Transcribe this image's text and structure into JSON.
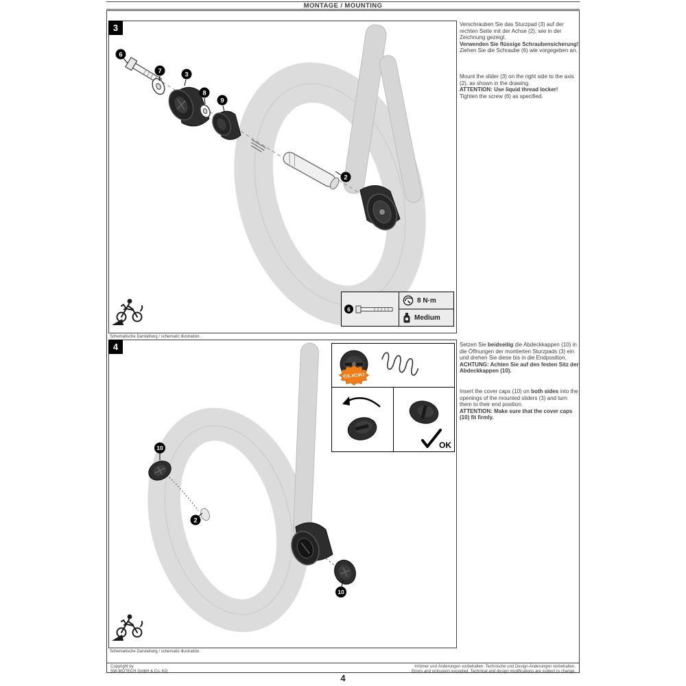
{
  "page": {
    "header_title": "MONTAGE / MOUNTING",
    "page_number": "4"
  },
  "colors": {
    "accent_orange": "#f07d17",
    "part_dark": "#2d2d2d",
    "wheel_gray": "#dcdcdc",
    "badge_black": "#000000"
  },
  "step3": {
    "number": "3",
    "badges": {
      "screw": "6",
      "washer": "7",
      "slider": "3",
      "washer2": "8",
      "roller": "9",
      "axle": "2"
    },
    "torque_box": {
      "part": "6",
      "torque": "8 N·m",
      "medium": "Medium"
    },
    "caption": "Schematische Darstellung / schematic illustration.",
    "de": {
      "p1": "Verschrauben Sie das Sturzpad (3) auf der rechten Seite mit der Achse (2), wie in der Zeichnung gezeigt.",
      "p2_bold": "Verwenden Sie flüssige Schraubensicherung!",
      "p3": "Ziehen Sie die Schraube (6) wie vorgegeben an."
    },
    "en": {
      "p1": "Mount the slider (3) on the right side to the axis (2), as shown in the drawing.",
      "p2_bold": "ATTENTION: Use liquid thread locker!",
      "p3": "Tighten the screw (6) as specified."
    }
  },
  "step4": {
    "number": "4",
    "badges": {
      "cap_top": "10",
      "axle": "2",
      "cap_bottom": "10"
    },
    "insets": {
      "click": "CLICK!",
      "ok": "OK"
    },
    "caption": "Schematische Darstellung / schematic illustration.",
    "de": {
      "s1": "Setzen Sie ",
      "s2_bold": "beidseitig",
      "s3": " die Abdeckkappen (10) in die Öffnungen der montierten Sturzpads (3) ein und drehen Sie diese bis in die Endposition.",
      "s4_bold": "ACHTUNG: Achten Sie auf den festen Sitz der Abdeckkappen (10)."
    },
    "en": {
      "s1": "Insert the cover caps (10) on ",
      "s2_bold": "both sides",
      "s3": " into the openings of the mounted sliders (3) and turn them to their end position.",
      "s4_bold": "ATTENTION: Make sure that the cover caps (10) fit firmly."
    }
  },
  "footer": {
    "copyright_1": "Copyright by",
    "copyright_2": "SW-MOTECH GmbH & Co. KG",
    "disclaimer_de": "Irrtümer und Änderungen vorbehalten. Technische und Design-Änderungen vorbehalten.",
    "disclaimer_en": "Errors and omissions excepted. Technical and design modifications are subject to change."
  }
}
